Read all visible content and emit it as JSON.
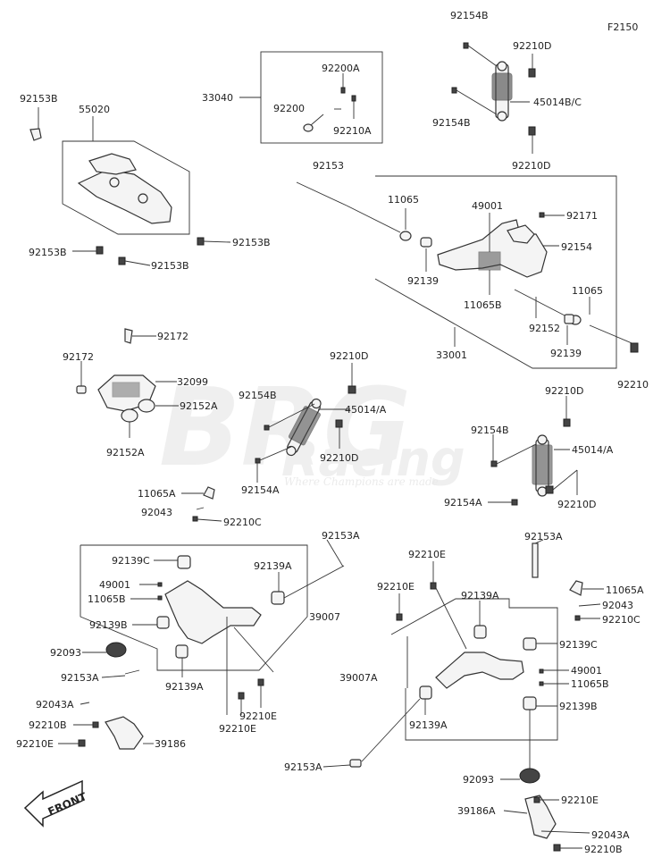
{
  "figure_code": "F2150",
  "watermark": {
    "brand": "BRG",
    "racing": "Racing",
    "slogan": "Where Champions are made"
  },
  "front_arrow": "FRONT",
  "labels": {
    "p92154B_top": "92154B",
    "p92210D_a": "92210D",
    "p45014BC": "45014B/C",
    "p92154B_b": "92154B",
    "p92210D_b": "92210D",
    "p33040": "33040",
    "p92200A": "92200A",
    "p92200": "92200",
    "p92210A": "92210A",
    "p92153B_a": "92153B",
    "p55020": "55020",
    "p92153B_b": "92153B",
    "p92153B_c": "92153B",
    "p92153B_d": "92153B",
    "p92153": "92153",
    "p11065_a": "11065",
    "p49001_a": "49001",
    "p92171": "92171",
    "p92154": "92154",
    "p92139_a": "92139",
    "p11065B_a": "11065B",
    "p11065_b": "11065",
    "p92152": "92152",
    "p92139_b": "92139",
    "p33001": "33001",
    "p92210": "92210",
    "p92172_a": "92172",
    "p92172_b": "92172",
    "p32099": "32099",
    "p92152A_a": "92152A",
    "p92152A_b": "92152A",
    "p92210D_c": "92210D",
    "p92154B_c": "92154B",
    "p45014A_a": "45014/A",
    "p92210D_d": "92210D",
    "p92154A_a": "92154A",
    "p92210D_e": "92210D",
    "p92154B_d": "92154B",
    "p45014A_b": "45014/A",
    "p92154A_b": "92154A",
    "p92210D_f": "92210D",
    "p11065A_a": "11065A",
    "p92043_a": "92043",
    "p92210C_a": "92210C",
    "p92153A_a": "92153A",
    "p92139C_a": "92139C",
    "p92139A_a": "92139A",
    "p49001_b": "49001",
    "p11065B_b": "11065B",
    "p92139B_a": "92139B",
    "p39007": "39007",
    "p92093_a": "92093",
    "p92153A_b": "92153A",
    "p92139A_b": "92139A",
    "p92043A_a": "92043A",
    "p92210B_a": "92210B",
    "p92210E_a": "92210E",
    "p39186": "39186",
    "p92210E_b": "92210E",
    "p92210E_c": "92210E",
    "p92210E_d": "92210E",
    "p92210E_e": "92210E",
    "p92153A_c": "92153A",
    "p11065A_b": "11065A",
    "p92043_b": "92043",
    "p92210C_b": "92210C",
    "p92139A_c": "92139A",
    "p92139C_b": "92139C",
    "p39007A": "39007A",
    "p49001_c": "49001",
    "p11065B_c": "11065B",
    "p92139B_b": "92139B",
    "p92139A_d": "92139A",
    "p92153A_d": "92153A",
    "p92093_b": "92093",
    "p92210E_f": "92210E",
    "p39186A": "39186A",
    "p92043A_b": "92043A",
    "p92210B_b": "92210B"
  }
}
